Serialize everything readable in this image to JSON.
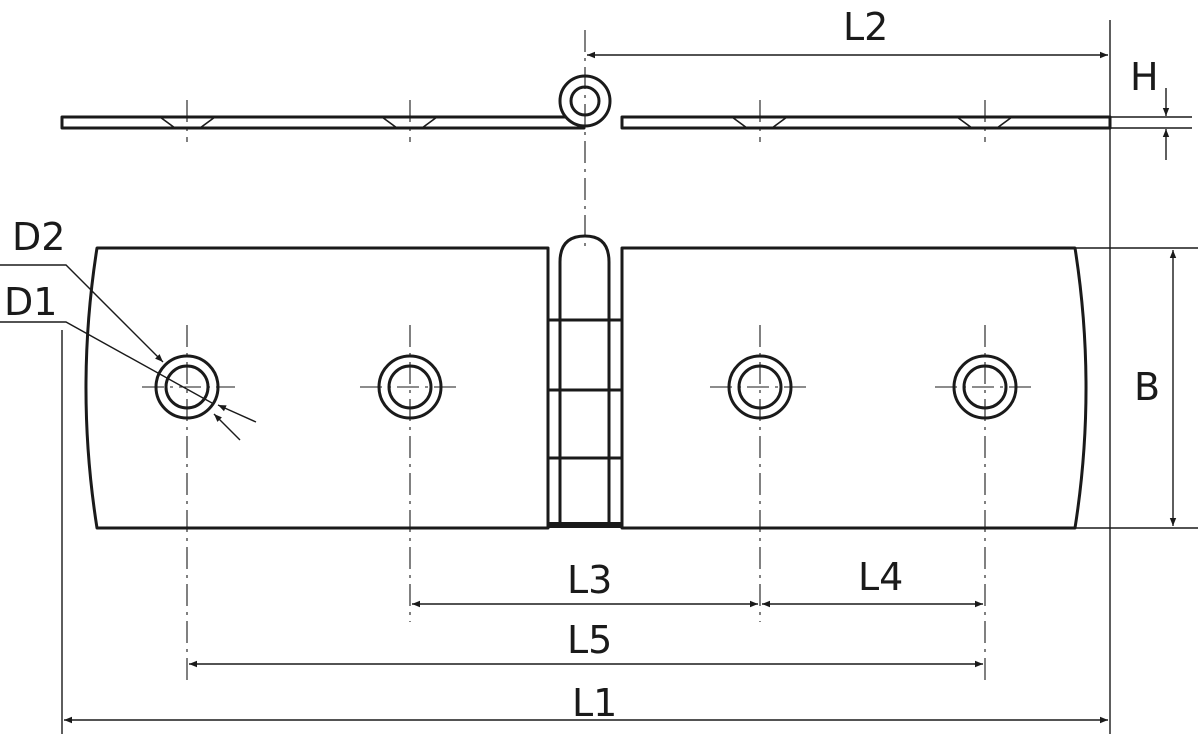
{
  "labels": {
    "L1": "L1",
    "L2": "L2",
    "L3": "L3",
    "L4": "L4",
    "L5": "L5",
    "H": "H",
    "B": "B",
    "D1": "D1",
    "D2": "D2"
  }
}
